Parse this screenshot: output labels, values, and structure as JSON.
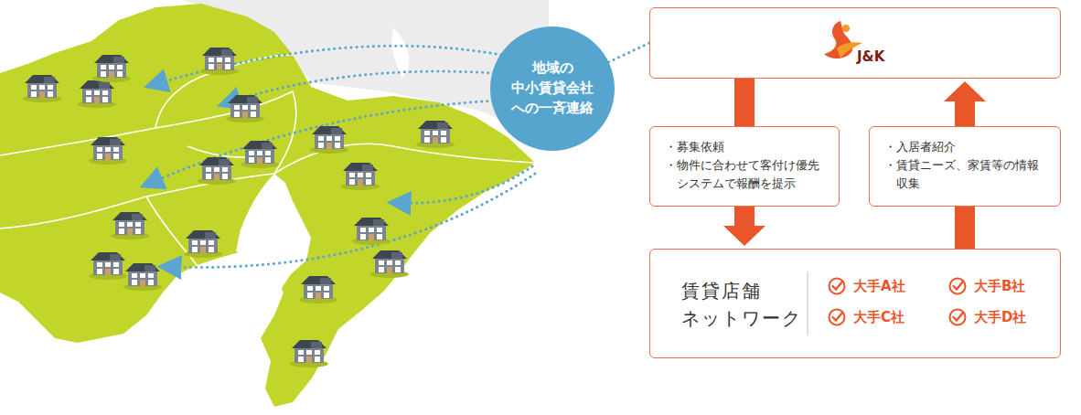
{
  "diagram": {
    "nodes": [
      {
        "text": [
          "地域の 中小賃貸会社 への一斉連絡"
        ]
      },
      {
        "text": [
          "J&K"
        ]
      },
      {
        "text": [
          "・募集依頼",
          "・物件に合わせて客付け優先システムで報酬を提示"
        ]
      },
      {
        "text": [
          "・入居者紹介",
          "・賃貸ニーズ、家賃等の情報収集"
        ]
      },
      {
        "text": [
          "賃貸店舗 ネットワーク"
        ]
      }
    ],
    "edges": [
      {
        "from": 0,
        "to": 1,
        "arrow": "none"
      },
      {
        "from": 1,
        "to": 2,
        "arrow": "none"
      },
      {
        "from": 2,
        "to": 4,
        "arrow": "to"
      },
      {
        "from": 4,
        "to": 3,
        "arrow": "none"
      },
      {
        "from": 3,
        "to": 1,
        "arrow": "to"
      }
    ],
    "labels": [
      "大手A社",
      "大手B社",
      "大手C社",
      "大手D社"
    ]
  }
}
